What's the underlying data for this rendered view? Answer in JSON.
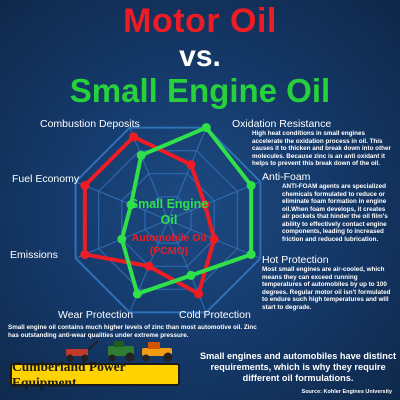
{
  "titles": {
    "line1": "Motor Oil",
    "line2": "vs.",
    "line3": "Small Engine Oil"
  },
  "chart_data": {
    "type": "radar",
    "title": "Motor Oil vs. Small Engine Oil",
    "categories": [
      "Oxidation Resistance",
      "Anti-Foam",
      "Hot Protection",
      "Cold Protection",
      "Wear Protection",
      "Emissions",
      "Fuel Economy",
      "Combustion Deposits"
    ],
    "scale_max": 10,
    "series": [
      {
        "name": "Small Engine Oil",
        "color": "#2fe04a",
        "values": [
          10,
          9,
          9,
          6,
          8,
          5,
          4,
          7
        ]
      },
      {
        "name": "Automobile Oil (PCMO)",
        "color": "#ee1c24",
        "values": [
          6,
          4,
          5,
          8,
          5,
          9,
          9,
          9
        ]
      }
    ]
  },
  "legend": {
    "green_line1": "Small Engine",
    "green_line2": "Oil",
    "red_line1": "Automobile Oil",
    "red_line2": "(PCMO)"
  },
  "notes": {
    "oxidation": "High heat conditions in small engines accelerate the oxidation process in oil. This causes it to thicken and break down into other molecules. Because zinc is an anti oxidant it helps to prevent this break down of the oil.",
    "antifoam": "ANTI-FOAM agents are specialized chemicals formulated to reduce or eliminate foam formation in engine oil.When foam develops, it creates air pockets that hinder the oil film's ability to effectively contact engine components, leading to increased friction and reduced lubrication.",
    "hot": "Most small engines are air-cooled, which means they can exceed running temperatures of automobiles by up to 100 degrees. Regular motor oil isn't formulated to endure such high temperatures and will start to degrade."
  },
  "footnote": "Small engine oil contains much higher levels of zinc than most automotive oil. Zinc has outstanding anti-wear qualities under extreme pressure.",
  "summary": "Small engines and automobiles have distinct requirements, which is why they require different oil formulations.",
  "source": "Source: Kohler Engines University",
  "logo_text": "Cumberland Power Equipment",
  "colors": {
    "background": "#153a6b",
    "red": "#ee1c24",
    "green": "#2fe04a",
    "grid": "#2f6fb5",
    "logo": "#ffd200"
  }
}
